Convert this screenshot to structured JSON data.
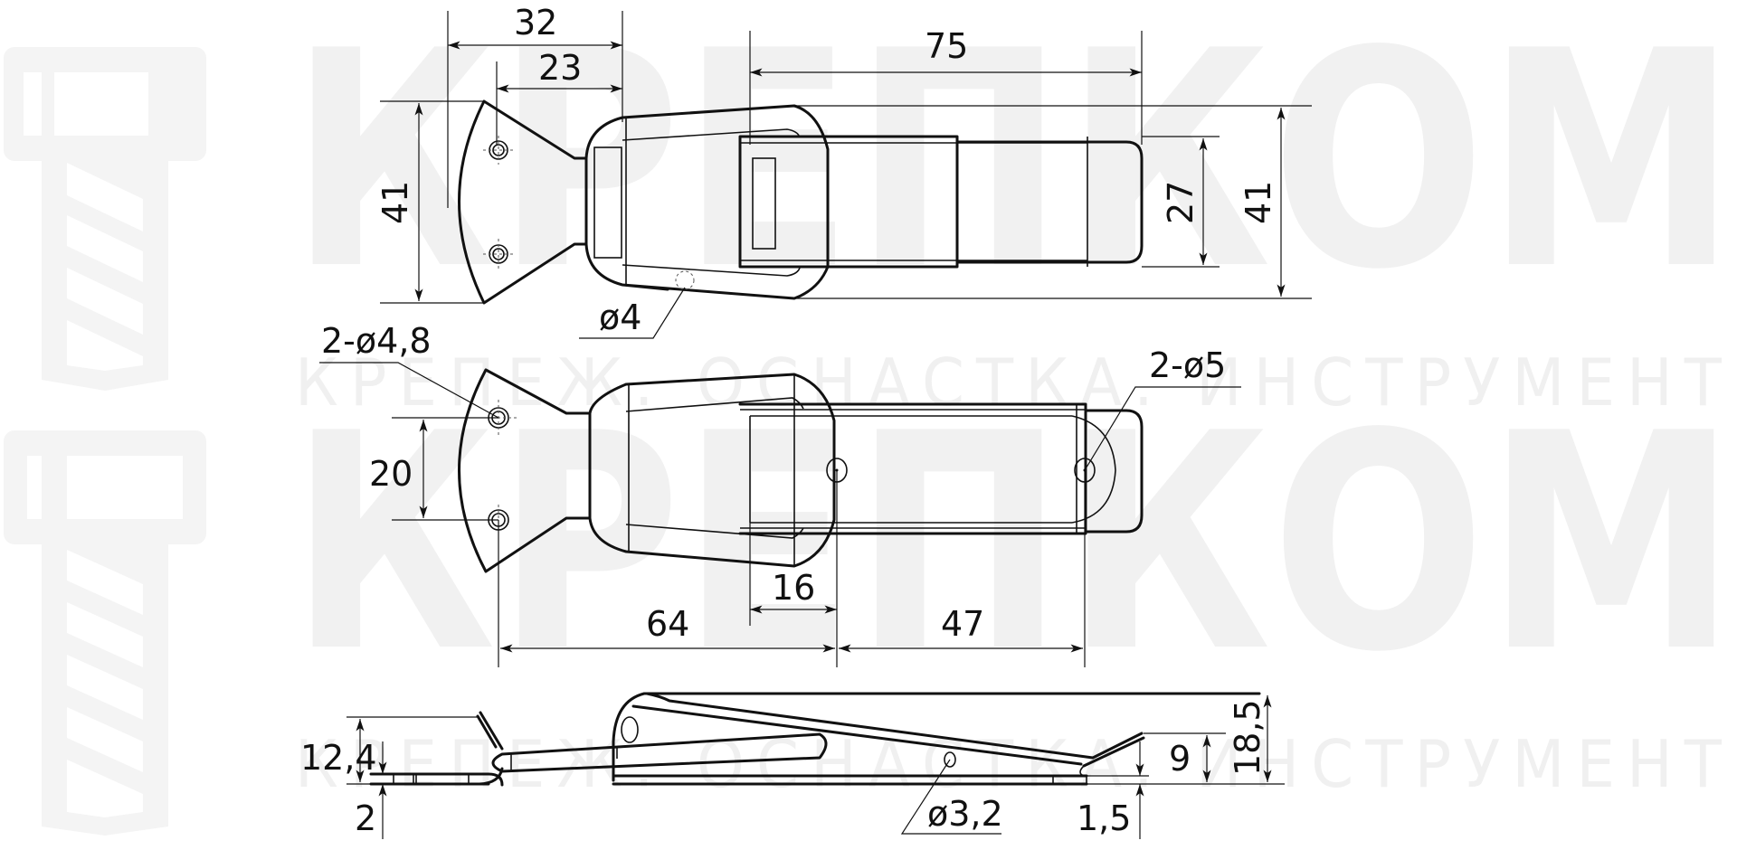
{
  "watermark": {
    "brand": "КРЕПКОМ",
    "tagline": "КРЕПЕЖ. ОСНАСТКА. ИНСТРУМЕНТ",
    "logo_icon": "bolt-icon",
    "color": "#f4f4f4"
  },
  "drawing": {
    "subject": "Draw latch (toggle latch) technical drawing",
    "line_color": "#111111",
    "views": {
      "top": {
        "dimensions": {
          "overall_base_width": "32",
          "hole_to_hinge": "23",
          "lever_length": "75",
          "base_height_left": "41",
          "lever_width": "27",
          "overall_height_right": "41",
          "pin_hole": "ø4"
        }
      },
      "middle": {
        "dimensions": {
          "base_holes": "2-ø4,8",
          "keeper_holes": "2-ø5",
          "hole_spacing": "20",
          "offset_16": "16",
          "base_to_keeper_hole": "64",
          "keeper_hole_spacing": "47"
        }
      },
      "side": {
        "dimensions": {
          "base_height": "12,4",
          "base_thickness": "2",
          "rivet_hole": "ø3,2",
          "keeper_thickness": "1,5",
          "hook_height": "9",
          "overall_height": "18,5"
        }
      }
    }
  }
}
